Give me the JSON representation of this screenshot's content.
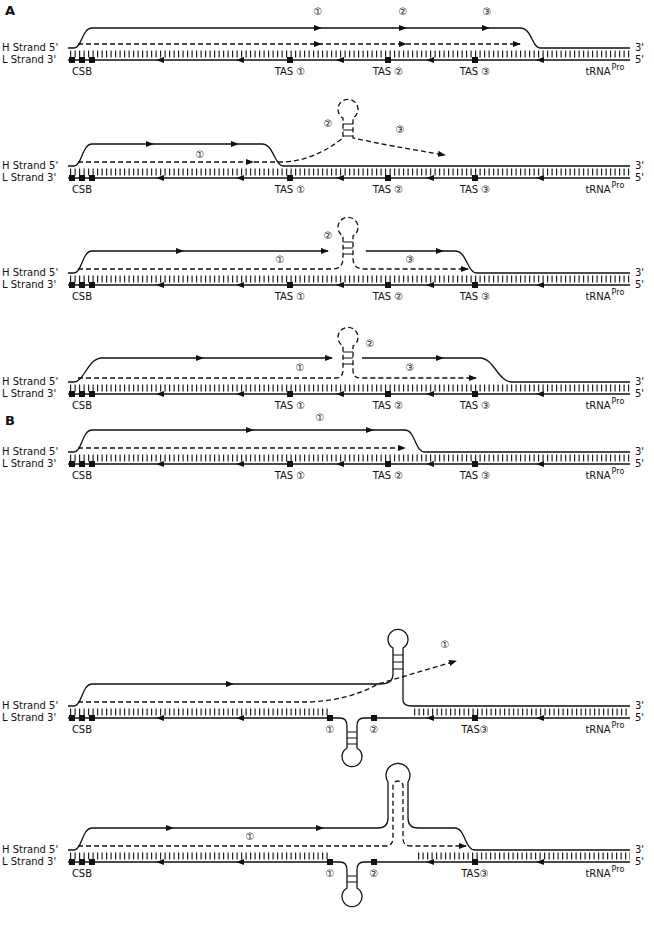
{
  "diagram": {
    "labels": [
      "A",
      "①",
      "②",
      "③",
      "H Strand 5'",
      "3'",
      "L Strand 3'",
      "5'",
      "CSB",
      "TAS ①",
      "TAS ②",
      "TAS ③",
      "tRNA",
      "Pro",
      "②",
      "③",
      "①",
      "H Strand 5'",
      "3'",
      "L Strand 3'",
      "5'",
      "CSB",
      "TAS ①",
      "TAS ②",
      "TAS ③",
      "tRNA",
      "Pro",
      "②",
      "①",
      "③",
      "H Strand 5'",
      "3'",
      "L Strand 3'",
      "5'",
      "CSB",
      "TAS ①",
      "TAS ②",
      "TAS ③",
      "tRNA",
      "Pro",
      "②",
      "①",
      "③",
      "H Strand 5'",
      "3'",
      "L Strand 3'",
      "5'",
      "CSB",
      "TAS ①",
      "TAS ②",
      "TAS ③",
      "tRNA",
      "Pro",
      "B",
      "①",
      "H Strand 5'",
      "3'",
      "L Strand 3'",
      "5'",
      "CSB",
      "TAS ①",
      "TAS ②",
      "TAS ③",
      "tRNA",
      "Pro",
      "①",
      "H Strand 5'",
      "3'",
      "L Strand 3'",
      "5'",
      "CSB",
      "①",
      "②",
      "TAS③",
      "tRNA",
      "Pro",
      "①",
      "H Strand 5'",
      "3'",
      "L Strand 3'",
      "5'",
      "CSB",
      "①",
      "②",
      "TAS③",
      "tRNA",
      "Pro"
    ]
  }
}
